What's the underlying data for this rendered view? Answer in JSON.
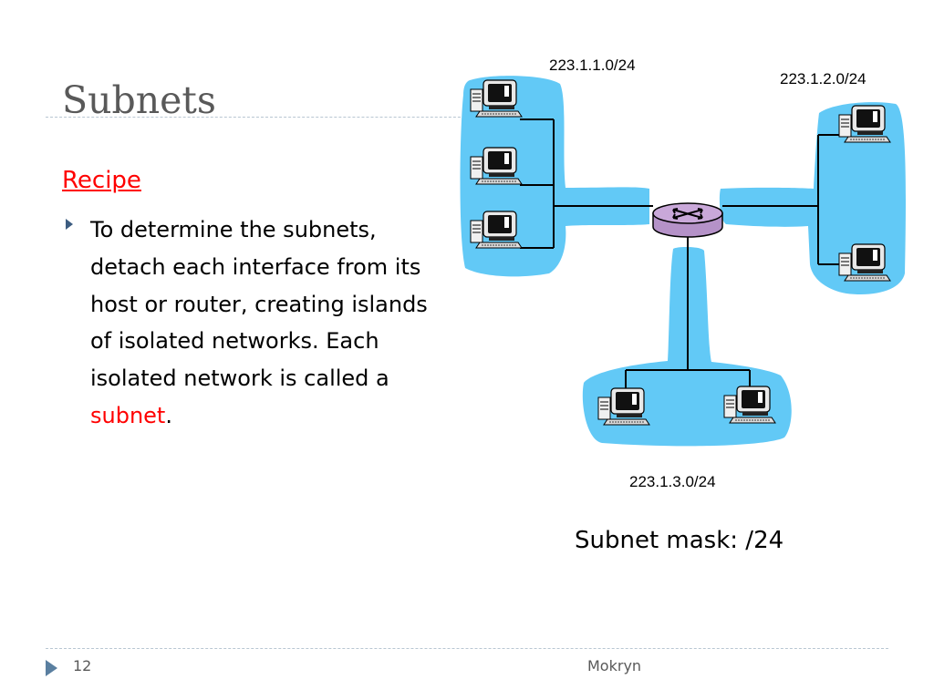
{
  "slide": {
    "title": "Subnets",
    "recipe_label": "Recipe",
    "bullet": {
      "text_before": "To determine the subnets, detach each interface from its host or router, creating islands of isolated networks. Each isolated network is called a ",
      "highlight": "subnet",
      "text_after": "."
    },
    "subnet_mask_text": "Subnet mask: /24",
    "page_number": "12",
    "footer_text": "Mokryn"
  },
  "diagram": {
    "subnets": [
      {
        "label": "223.1.1.0/24",
        "hosts": 3
      },
      {
        "label": "223.1.2.0/24",
        "hosts": 2
      },
      {
        "label": "223.1.3.0/24",
        "hosts": 2
      }
    ],
    "colors": {
      "island": "#62c9f6",
      "router": "#c9a8d9",
      "wire": "#000000",
      "accent_red": "#ff0000"
    },
    "icons": [
      "desktop-computer-icon",
      "router-icon"
    ]
  }
}
